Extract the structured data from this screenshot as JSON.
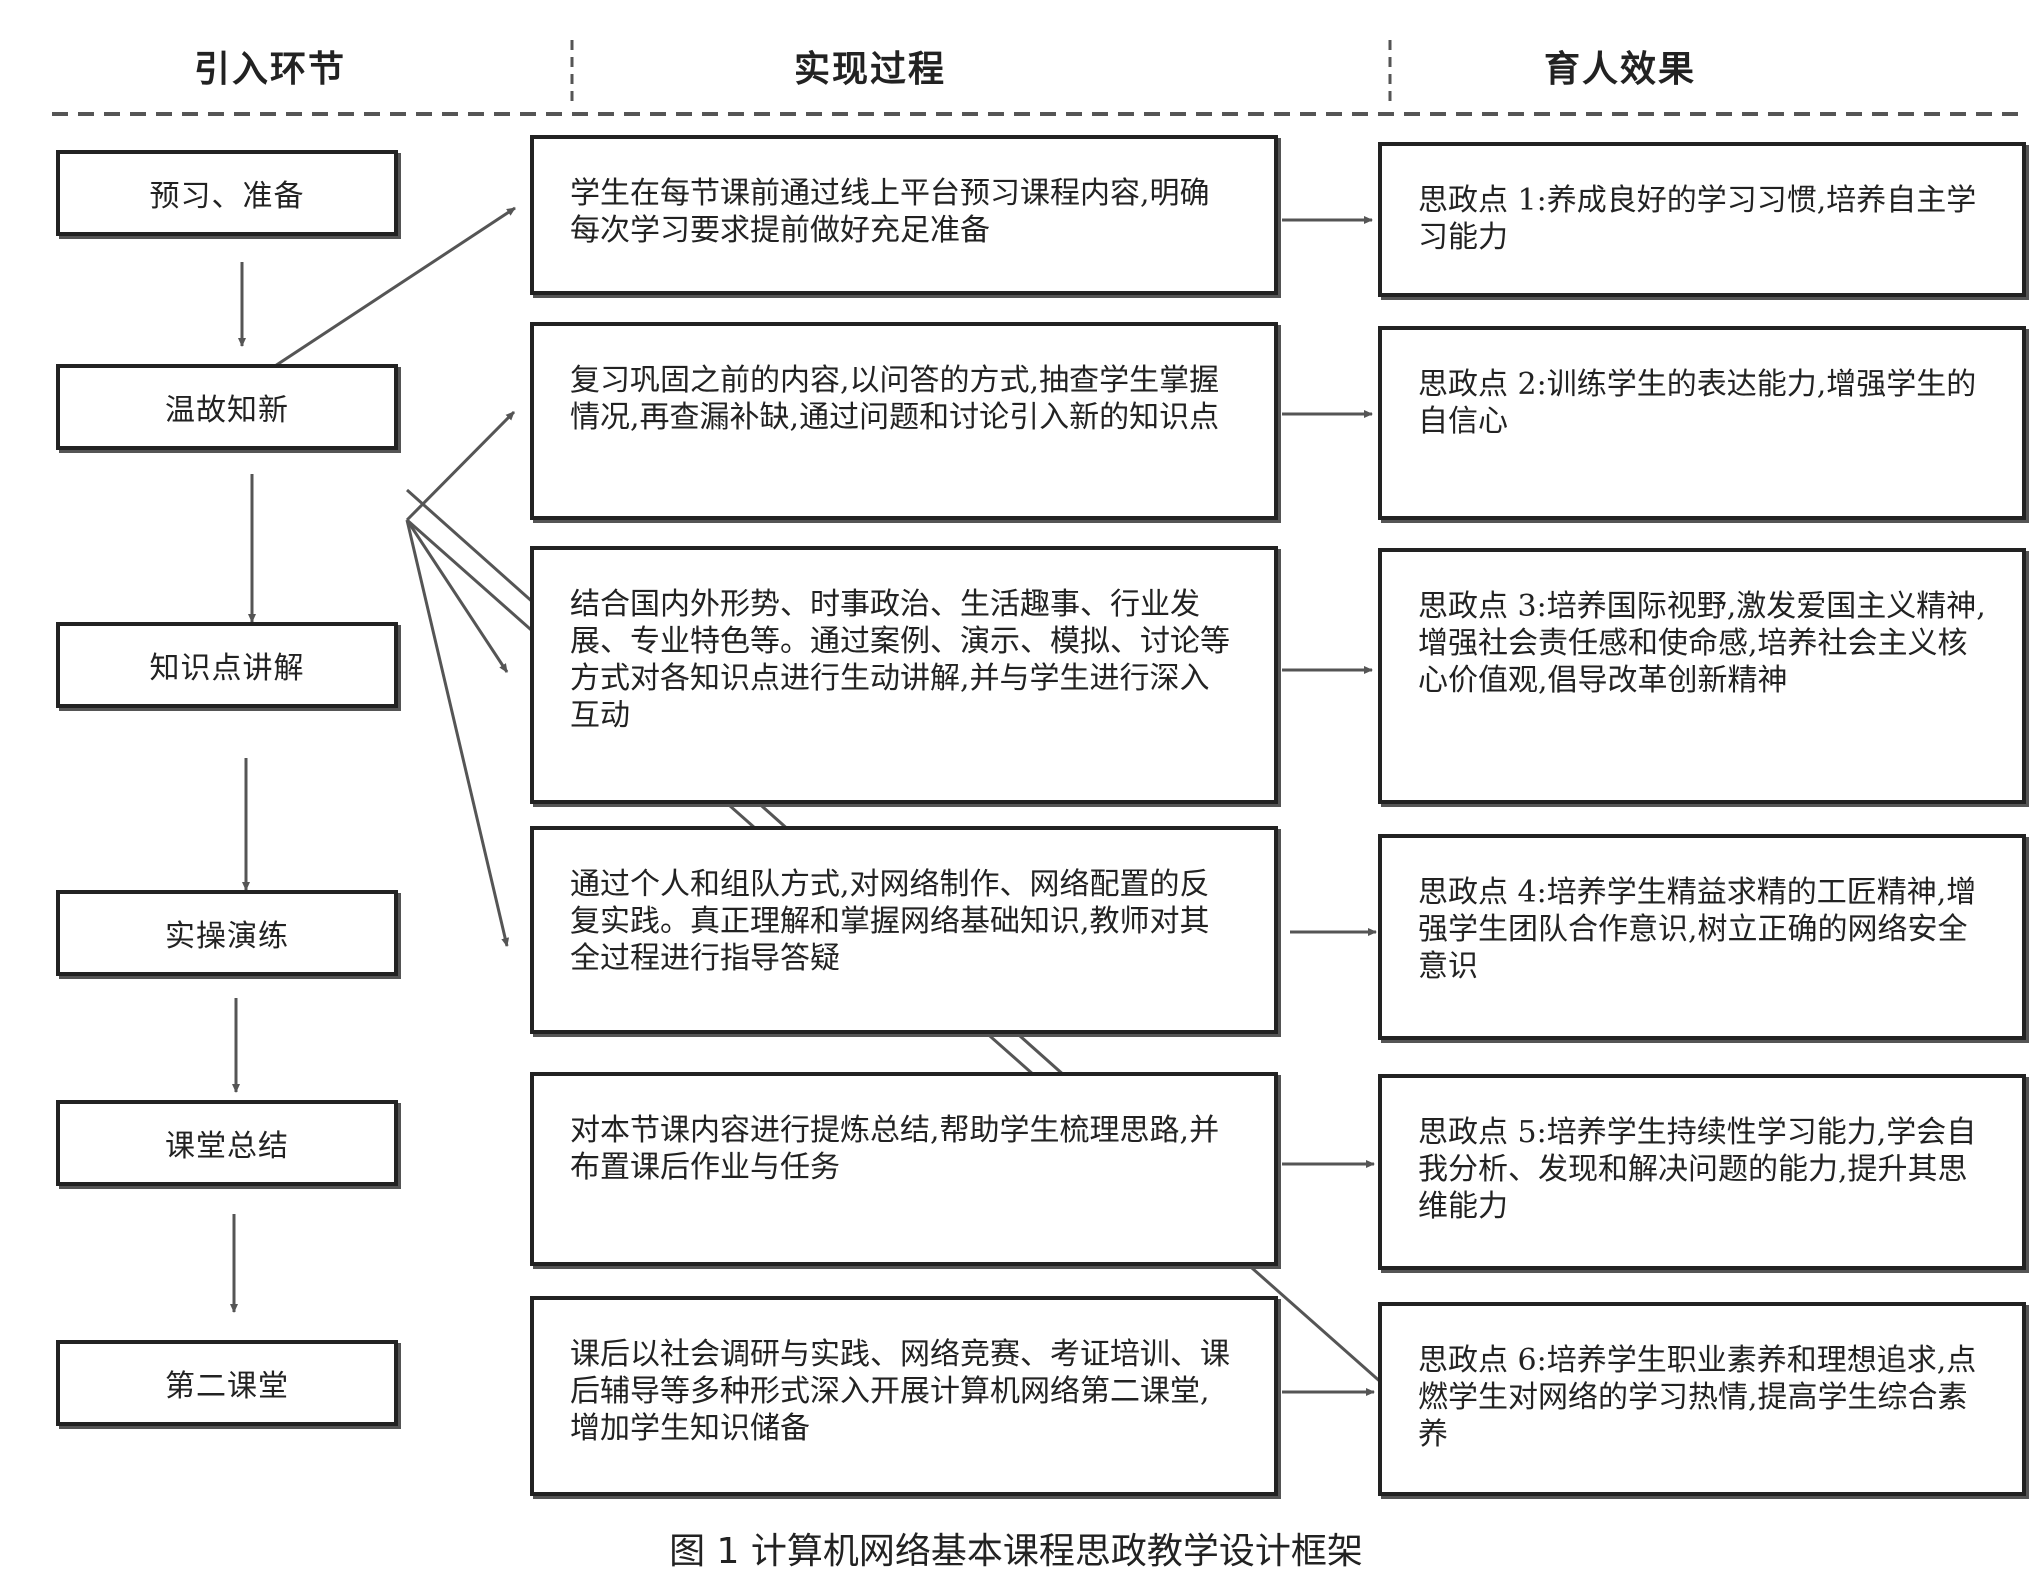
{
  "headers": {
    "stage": "引入环节",
    "process": "实现过程",
    "effect": "育人效果"
  },
  "stages": [
    {
      "label": "预习、准备"
    },
    {
      "label": "温故知新"
    },
    {
      "label": "知识点讲解"
    },
    {
      "label": "实操演练"
    },
    {
      "label": "课堂总结"
    },
    {
      "label": "第二课堂"
    }
  ],
  "processes": [
    {
      "text": "学生在每节课前通过线上平台预习课程内容,明确每次学习要求提前做好充足准备"
    },
    {
      "text": "复习巩固之前的内容,以问答的方式,抽查学生掌握情况,再查漏补缺,通过问题和讨论引入新的知识点"
    },
    {
      "text": "结合国内外形势、时事政治、生活趣事、行业发展、专业特色等。通过案例、演示、模拟、讨论等方式对各知识点进行生动讲解,并与学生进行深入互动"
    },
    {
      "text": "通过个人和组队方式,对网络制作、网络配置的反复实践。真正理解和掌握网络基础知识,教师对其全过程进行指导答疑"
    },
    {
      "text": "对本节课内容进行提炼总结,帮助学生梳理思路,并布置课后作业与任务"
    },
    {
      "text": "课后以社会调研与实践、网络竞赛、考证培训、课后辅导等多种形式深入开展计算机网络第二课堂,增加学生知识储备"
    }
  ],
  "effects": [
    {
      "text": "思政点 1:养成良好的学习习惯,培养自主学习能力"
    },
    {
      "text": "思政点 2:训练学生的表达能力,增强学生的自信心"
    },
    {
      "text": "思政点 3:培养国际视野,激发爱国主义精神,增强社会责任感和使命感,培养社会主义核心价值观,倡导改革创新精神"
    },
    {
      "text": "思政点 4:培养学生精益求精的工匠精神,增强学生团队合作意识,树立正确的网络安全意识"
    },
    {
      "text": "思政点 5:培养学生持续性学习能力,学会自我分析、发现和解决问题的能力,提升其思维能力"
    },
    {
      "text": "思政点 6:培养学生职业素养和理想追求,点燃学生对网络的学习热情,提高学生综合素养"
    }
  ],
  "caption": "图 1   计算机网络基本课程思政教学设计框架",
  "colors": {
    "ink": "#222222",
    "line": "#555555",
    "background": "#ffffff"
  }
}
